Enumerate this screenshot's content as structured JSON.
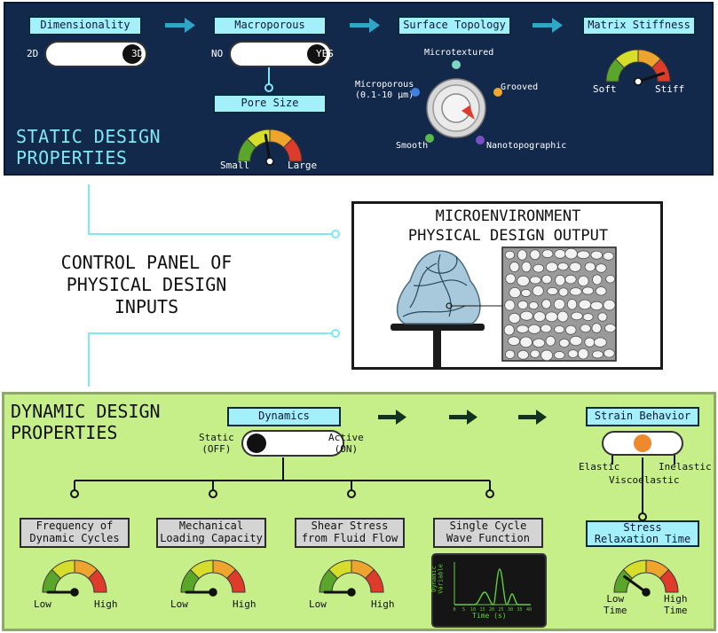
{
  "static": {
    "title_line1": "STATIC DESIGN",
    "title_line2": "PROPERTIES",
    "dimensionality": {
      "label": "Dimensionality",
      "left": "2D",
      "right": "3D",
      "state": "3D"
    },
    "macroporous": {
      "label": "Macroporous",
      "left": "NO",
      "right": "YES",
      "state": "YES"
    },
    "pore_size": {
      "label": "Pore Size",
      "low": "Small",
      "high": "Large",
      "level": 0.45
    },
    "surface_topology": {
      "label": "Surface Topology",
      "options": {
        "microtextured": "Microtextured",
        "microporous": "Microporous\n(0.1-10 µm)",
        "grooved": "Grooved",
        "smooth": "Smooth",
        "nanotopographic": "Nanotopographic"
      },
      "selected": "Nanotopographic"
    },
    "matrix_stiffness": {
      "label": "Matrix Stiffness",
      "low": "Soft",
      "high": "Stiff",
      "level": 0.9
    }
  },
  "center": {
    "control_panel": "CONTROL PANEL OF\nPHYSICAL DESIGN\nINPUTS",
    "output_line1": "MICROENVIRONMENT",
    "output_line2": "PHYSICAL DESIGN OUTPUT"
  },
  "dynamic": {
    "title_line1": "DYNAMIC DESIGN",
    "title_line2": "PROPERTIES",
    "dynamics": {
      "label": "Dynamics",
      "left": "Static\n(OFF)",
      "right": "Active\n(ON)",
      "state": "Static"
    },
    "strain_behavior": {
      "label": "Strain Behavior",
      "left": "Elastic",
      "middle": "Viscoelastic",
      "right": "Inelastic",
      "state": "Viscoelastic"
    },
    "stress_relaxation": {
      "label": "Stress\nRelaxation Time",
      "low": "Low\nTime",
      "high": "High\nTime",
      "level": 0.2
    },
    "frequency": {
      "label": "Frequency of\nDynamic Cycles",
      "low": "Low",
      "high": "High",
      "level": 0.0
    },
    "mechanical": {
      "label": "Mechanical\nLoading Capacity",
      "low": "Low",
      "high": "High",
      "level": 0.0
    },
    "shear": {
      "label": "Shear Stress\nfrom Fluid Flow",
      "low": "Low",
      "high": "High",
      "level": 0.0
    },
    "wave": {
      "label": "Single Cycle\nWave Function",
      "ylabel": "Dynamic\nVariable",
      "xlabel": "Time (s)",
      "ticks": [
        "0",
        "5",
        "10",
        "15",
        "20",
        "25",
        "30",
        "35",
        "40"
      ]
    }
  },
  "colors": {
    "top_panel": "#12294b",
    "bottom_panel": "#c6ef8a",
    "label_box": "#a3f0fb",
    "gauge": [
      "#5aa62a",
      "#d6dd2a",
      "#efa42d",
      "#df3b2a"
    ],
    "orange_knob": "#ee8a2d",
    "wave_line": "#5fd03a"
  }
}
